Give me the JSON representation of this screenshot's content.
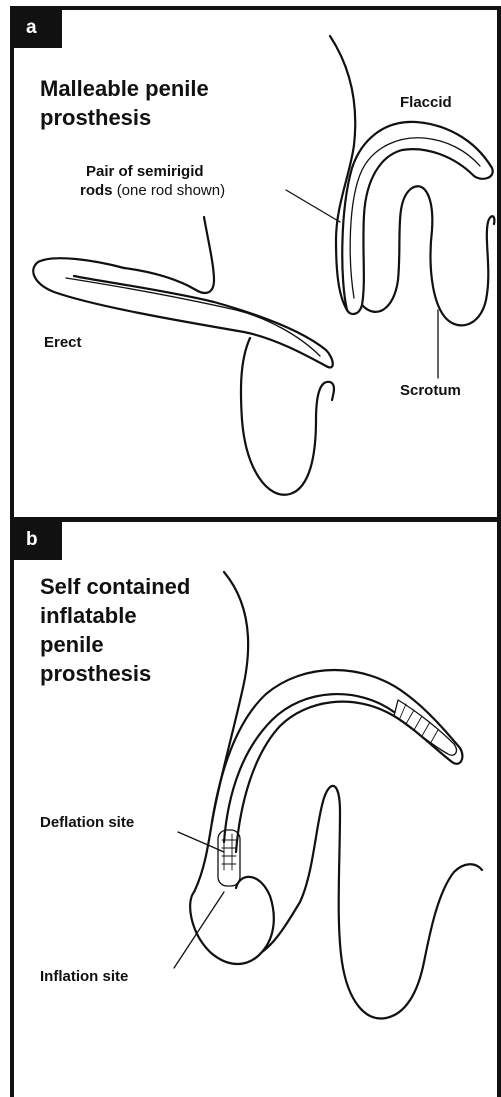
{
  "panel_a": {
    "tag": "a",
    "title_line1": "Malleable penile",
    "title_line2": "prosthesis",
    "label_flaccid": "Flaccid",
    "label_rods_line1": "Pair of semirigid",
    "label_rods_line2_bold": "rods",
    "label_rods_line2_normal": "(one rod shown)",
    "label_erect": "Erect",
    "label_scrotum": "Scrotum"
  },
  "panel_b": {
    "tag": "b",
    "title_line1": "Self contained",
    "title_line2": "inflatable",
    "title_line3": "penile",
    "title_line4": "prosthesis",
    "label_deflation": "Deflation site",
    "label_inflation": "Inflation site"
  }
}
